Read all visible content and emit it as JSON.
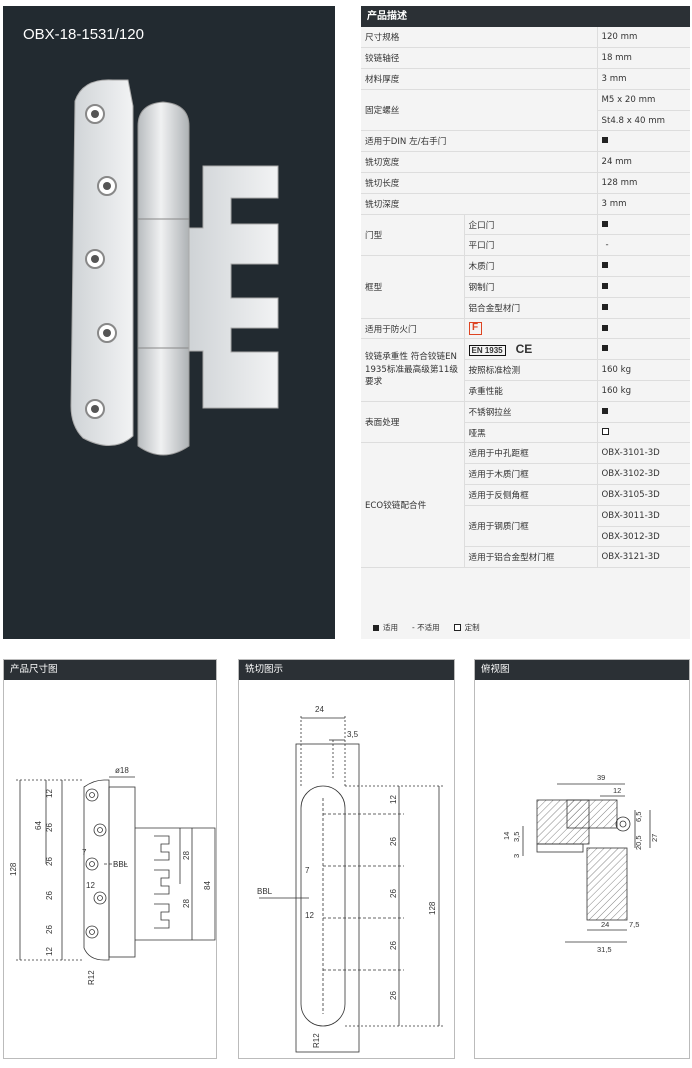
{
  "product": {
    "model": "OBX-18-1531/120"
  },
  "spec": {
    "title": "产品描述",
    "rows": [
      {
        "label": "尺寸规格",
        "value": "120 mm"
      },
      {
        "label": "铰链轴径",
        "value": "18 mm"
      },
      {
        "label": "材料厚度",
        "value": "3 mm"
      },
      {
        "label": "固定螺丝",
        "value1": "M5 x 20 mm",
        "value2": "St4.8 x 40 mm"
      },
      {
        "label": "适用于DIN 左/右手门"
      },
      {
        "label": "铣切宽度",
        "value": "24 mm"
      },
      {
        "label": "铣切长度",
        "value": "128 mm"
      },
      {
        "label": "铣切深度",
        "value": "3 mm"
      }
    ],
    "door_type": {
      "label": "门型",
      "sub": [
        {
          "label": "企口门"
        },
        {
          "label": "平口门",
          "value": "-"
        }
      ]
    },
    "frame_type": {
      "label": "框型",
      "sub": [
        {
          "label": "木质门"
        },
        {
          "label": "钢制门"
        },
        {
          "label": "铝合金型材门"
        }
      ]
    },
    "fire": {
      "label": "适用于防火门",
      "badge": "F"
    },
    "load": {
      "label": "铰链承重性 符合铰链EN 1935标准最高级第11级要求",
      "badge": "EN 1935",
      "ce": "CE",
      "sub": [
        {
          "label": "按照标准检测",
          "value": "160 kg"
        },
        {
          "label": "承重性能",
          "value": "160 kg"
        }
      ]
    },
    "surface": {
      "label": "表面处理",
      "sub": [
        {
          "label": "不锈钢拉丝"
        },
        {
          "label": "哑黑"
        }
      ]
    },
    "eco": {
      "label": "ECO铰链配合件",
      "sub": [
        {
          "label": "适用于中孔距框",
          "values": [
            "OBX-3101-3D"
          ]
        },
        {
          "label": "适用于木质门框",
          "values": [
            "OBX-3102-3D"
          ]
        },
        {
          "label": "适用于反侧角框",
          "values": [
            "OBX-3105-3D"
          ]
        },
        {
          "label": "适用于钢质门框",
          "values": [
            "OBX-3011-3D",
            "OBX-3012-3D"
          ]
        },
        {
          "label": "适用于铝合金型材门框",
          "values": [
            "OBX-3121-3D"
          ]
        }
      ]
    },
    "legend": {
      "applicable": "适用",
      "not_applicable": "- 不适用",
      "custom": "定制"
    }
  },
  "panels": [
    {
      "title": "产品尺寸图",
      "dims": {
        "dia": "ø18",
        "d12a": "12",
        "d26a": "26",
        "d26b": "26",
        "d26c": "26",
        "d26d": "26",
        "d12b": "12",
        "d64": "64",
        "d128": "128",
        "d7": "7",
        "d12c": "12",
        "bbl": "BBL",
        "d28a": "28",
        "d28b": "28",
        "d84": "84",
        "r12": "R12"
      }
    },
    {
      "title": "铣切图示",
      "dims": {
        "d24": "24",
        "d35": "3,5",
        "d12": "12",
        "d26a": "26",
        "d26b": "26",
        "d26c": "26",
        "d26d": "26",
        "d128": "128",
        "bbl": "BBL",
        "d7": "7",
        "d12b": "12",
        "r12": "R12"
      }
    },
    {
      "title": "俯视图",
      "dims": {
        "d39": "39",
        "d12": "12",
        "d65": "6,5",
        "d205": "20,5",
        "d27": "27",
        "d14": "14",
        "d35": "3,5",
        "d3": "3",
        "d24": "24",
        "d75": "7,5",
        "d315": "31,5"
      }
    }
  ]
}
